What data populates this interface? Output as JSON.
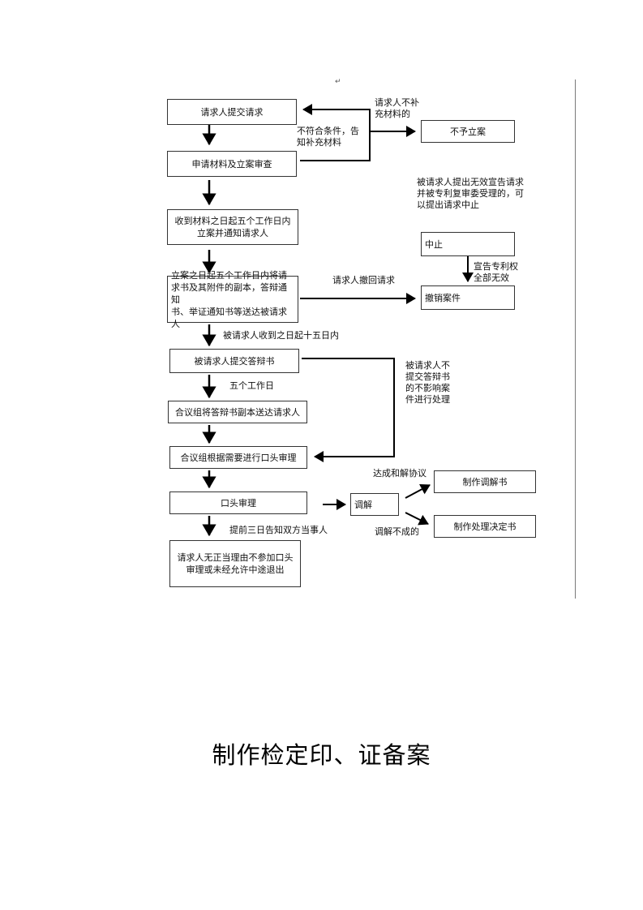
{
  "paragraph_mark": "↵",
  "boxes": {
    "b1": "请求人提交请求",
    "b2": "申请材料及立案审查",
    "b3": "收到材料之日起五个工作日内\n立案并通知请求人",
    "b4": "立案之日起五个工作日内将请\n求书及其附件的副本，答辩通知\n书、举证通知书等送达被请求人",
    "b5": "被请求人提交答辩书",
    "b6": "合议组将答辩书副本送达请求人",
    "b7": "合议组根据需要进行口头审理",
    "b8": "口头审理",
    "b9": "请求人无正当理由不参加口头\n审理或未经允许中途退出",
    "r1": "不予立案",
    "r2": "中止",
    "r3": "撤销案件",
    "m1": "调解",
    "o1": "制作调解书",
    "o2": "制作处理决定书"
  },
  "labels": {
    "l1": "请求人不补\n充材料的",
    "l2": "不符合条件，告\n知补充材料",
    "l3": "被请求人提出无效宣告请求\n并被专利复审委受理的，可\n以提出请求中止",
    "l4": "宣告专利权\n全部无效",
    "l5": "请求人撤回请求",
    "l6": "被请求人收到之日起十五日内",
    "l7": "被请求人不\n提交答辩书\n的不影响案\n件进行处理",
    "l8": "五个工作日",
    "l9": "达成和解协议",
    "l10": "调解不成的",
    "l11": "提前三日告知双方当事人"
  },
  "page_title": "制作检定印、证备案"
}
